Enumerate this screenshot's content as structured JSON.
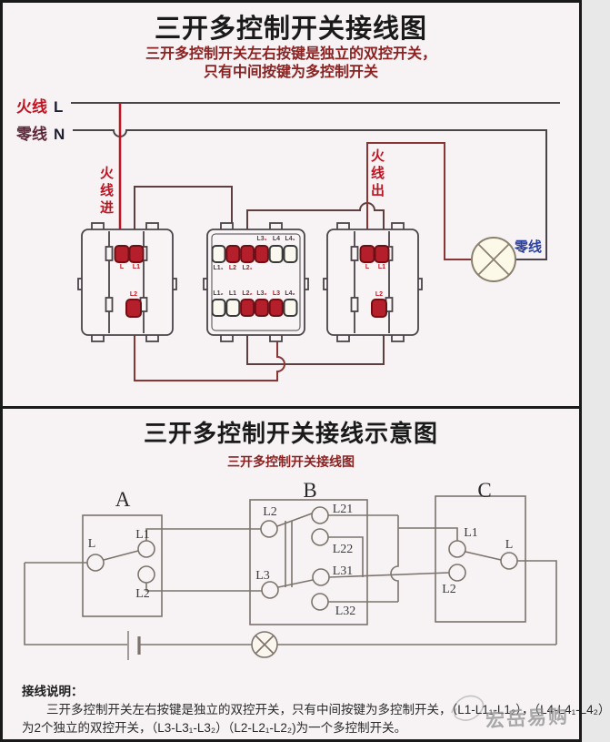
{
  "colors": {
    "bg": "#f7f3f5",
    "frame": "#1a1a1a",
    "subtitle_red": "#8b2222",
    "live_red": "#c1121f",
    "neutral_maroon": "#5c2638",
    "lamp_neutral_blue": "#2b3f9f",
    "wire_dark": "#5d3f3f",
    "wire_maroon": "#8a3434",
    "bus_gray": "#4a4449",
    "schematic_gray": "#7c746c",
    "terminal_red": "#b41f2b",
    "watermark_gray": "#8f8f8f"
  },
  "top": {
    "title": "三开多控制开关接线图",
    "subtitle1": "三开多控制开关左右按键是独立的双控开关，",
    "subtitle2": "只有中间按键为多控制开关",
    "live_label": "火线",
    "live_letter": "L",
    "neutral_label": "零线",
    "neutral_letter": "N",
    "live_in": "火线进",
    "live_out": "火线出",
    "lamp_neutral": "零线",
    "left_switch": {
      "t1": "L",
      "t2": "L1",
      "t3": "L2"
    },
    "right_switch": {
      "t1": "L",
      "t2": "L1",
      "t3": "L2"
    },
    "mid_switch": {
      "top_above": [
        "L3₁",
        "L4",
        "L4₁"
      ],
      "top_below": [
        "L1₁",
        "L2",
        "L2₁"
      ],
      "bottom": [
        "L1₂",
        "L1",
        "L2₂",
        "L3₂",
        "L3",
        "L4₂"
      ]
    }
  },
  "bottom": {
    "title": "三开多控制开关接线示意图",
    "subtitle": "三开多控制开关接线图",
    "sw_a": {
      "label": "A",
      "l": "L",
      "l1": "L1",
      "l2": "L2"
    },
    "sw_b": {
      "label": "B",
      "l2": "L2",
      "l3": "L3",
      "l21": "L21",
      "l22": "L22",
      "l31": "L31",
      "l32": "L32"
    },
    "sw_c": {
      "label": "C",
      "l1": "L1",
      "l2": "L2",
      "l": "L"
    },
    "notes_title": "接线说明：",
    "note1": "　　三开多控制开关左右按键是独立的双控开关，只有中间按键为多控制开关，（L1-L1₁-L1₂），（L4-L4₁-L4₂）",
    "note2": "为2个独立的双控开关，（L3-L3₁-L3₂）（L2-L2₁-L2₂)为一个多控制开关。",
    "watermark": "宏岳易购"
  }
}
